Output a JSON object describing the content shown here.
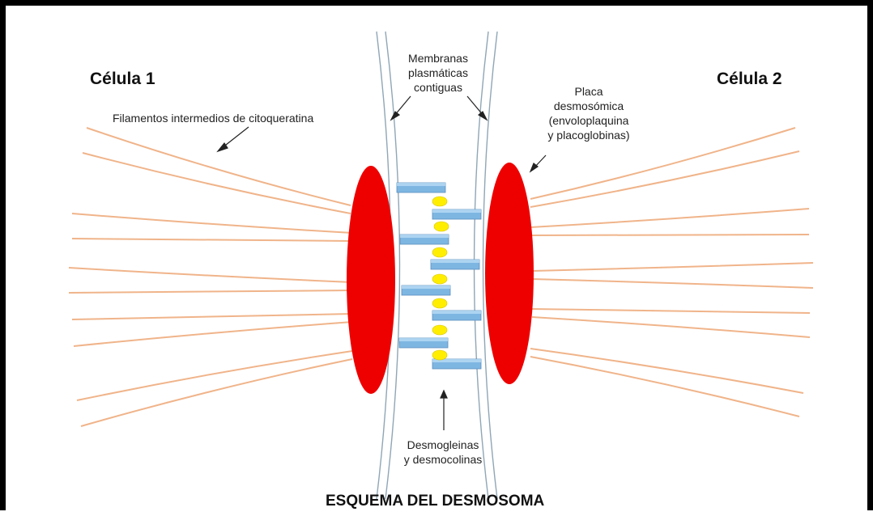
{
  "labels": {
    "cell1": "Célula 1",
    "cell2": "Célula 2",
    "filaments": "Filamentos intermedios de citoqueratina",
    "membranes": [
      "Membranas",
      "plasmáticas",
      "contiguas"
    ],
    "plaque": [
      "Placa",
      "desmosómica",
      "(envoloplaquina",
      "y placoglobinas)"
    ],
    "cadherins": [
      "Desmogleinas",
      "y desmocolinas"
    ],
    "title": "ESQUEMA DEL DESMOSOMA"
  },
  "colors": {
    "plaque": "#ee0000",
    "filament": "#f0b48a",
    "membrane": "#8fa6b6",
    "connector": "#7eb6e2",
    "adhesion_dot": "#ffee00",
    "frame": "#000000"
  }
}
